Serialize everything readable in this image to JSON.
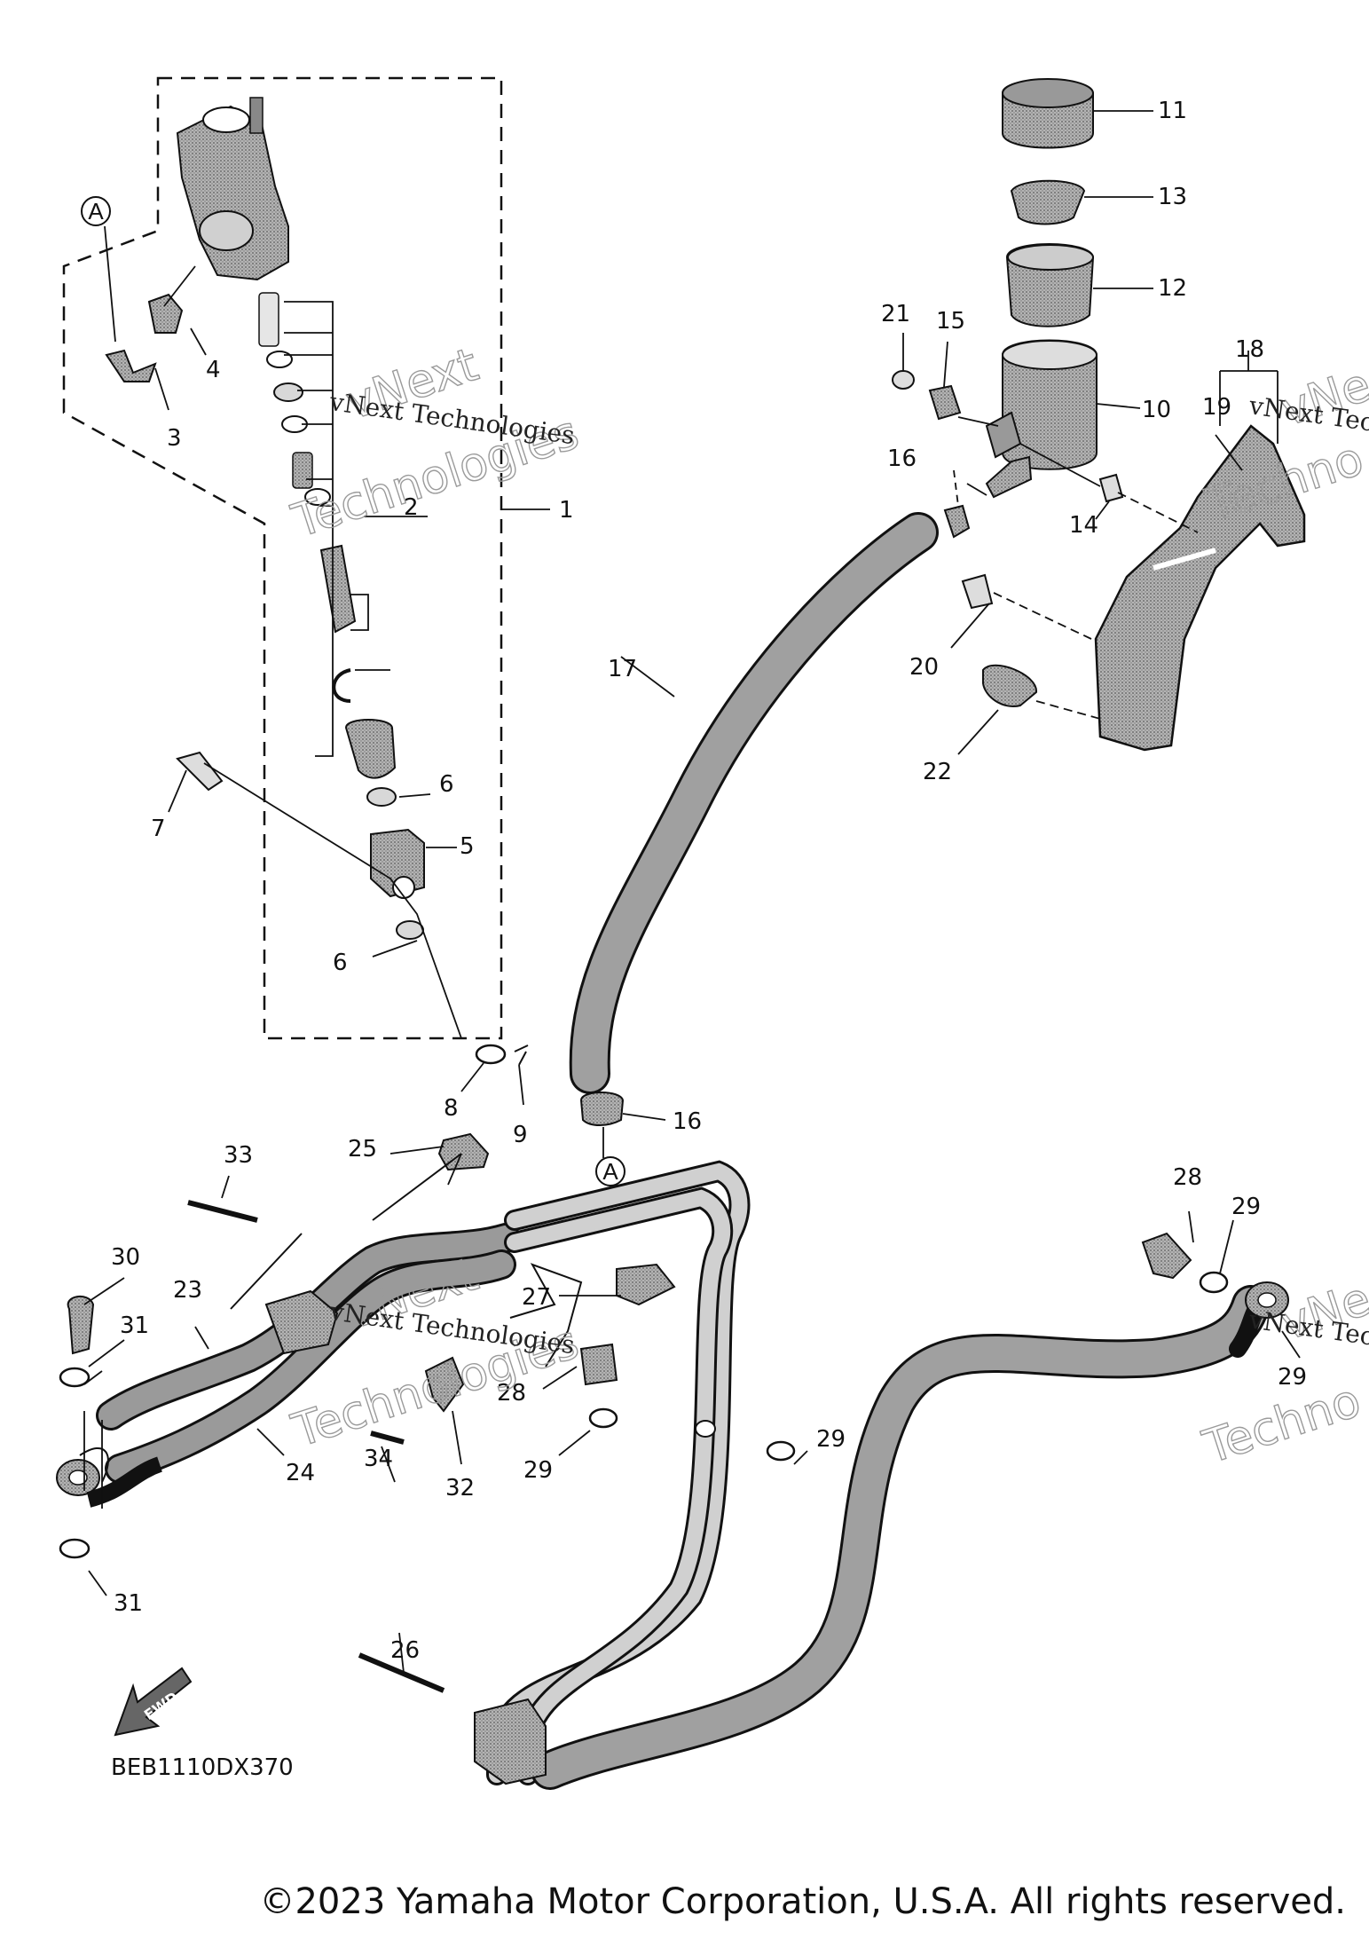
{
  "diagram": {
    "part_labels": [
      "1",
      "2",
      "3",
      "4",
      "5",
      "6",
      "6",
      "7",
      "8",
      "9",
      "10",
      "11",
      "12",
      "13",
      "14",
      "15",
      "16",
      "16",
      "17",
      "18",
      "19",
      "20",
      "21",
      "22",
      "23",
      "24",
      "25",
      "26",
      "27",
      "28",
      "28",
      "29",
      "29",
      "29",
      "29",
      "30",
      "31",
      "31",
      "32",
      "33",
      "34"
    ],
    "view_refs": [
      "A",
      "A"
    ],
    "fwd_label": "FWD",
    "drawing_code": "BEB1110DX370",
    "watermarks": [
      "vNext Technologies",
      "vNext Technologies",
      "vNext Tec",
      "vNext Tec"
    ],
    "watermark_outlines": [
      "vNext",
      "Technologies",
      "vNext",
      "Technologies",
      "Techno",
      "Techno",
      "vNe",
      "vNe"
    ]
  },
  "footer": {
    "copyright": "©2023 Yamaha Motor Corporation, U.S.A. All rights reserved."
  },
  "colors": {
    "line": "#111111",
    "part_fill": "#a8a8a8",
    "part_dark": "#6e6e6e",
    "background": "#ffffff"
  }
}
